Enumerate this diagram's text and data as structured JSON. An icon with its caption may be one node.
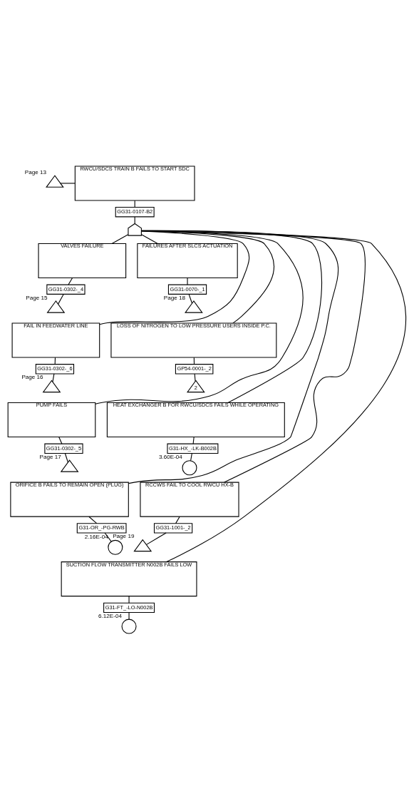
{
  "diagram": {
    "nodes": [
      {
        "text": [
          "RWCU/SDCS TRAIN B FAILS TO START SDC"
        ]
      },
      {
        "text": [],
        "shape": "triangle",
        "beside": [
          "Page 13"
        ]
      },
      {
        "text": [
          "GG31-0107-B2"
        ]
      },
      {
        "text": [],
        "shape": "gate"
      },
      {
        "text": [
          "VALVES FAILURE"
        ]
      },
      {
        "text": [
          "GG31-0302-_4"
        ]
      },
      {
        "text": [],
        "shape": "triangle",
        "beside": [
          "Page 15"
        ]
      },
      {
        "text": [
          "FAILURES AFTER SLCS ACTUATION"
        ]
      },
      {
        "text": [
          "GG31-0070-_1"
        ]
      },
      {
        "text": [],
        "shape": "triangle",
        "beside": [
          "Page 18"
        ]
      },
      {
        "text": [
          "FAIL IN FEEDWATER LINE"
        ]
      },
      {
        "text": [
          "GG31-0302-_6"
        ]
      },
      {
        "text": [],
        "shape": "triangle",
        "beside": [
          "Page 16"
        ]
      },
      {
        "text": [
          "LOSS OF NITROGEN TO LOW PRESSURE USERS INSIDE P.C."
        ]
      },
      {
        "text": [
          "GP54-0001-_2"
        ]
      },
      {
        "text": [
          "2"
        ]
      },
      {
        "text": [
          "PUMP FAILS"
        ]
      },
      {
        "text": [
          "GG31-0302-_5"
        ]
      },
      {
        "text": [],
        "shape": "triangle",
        "beside": [
          "Page 17"
        ]
      },
      {
        "text": [
          "HEAT EXCHANGER B FOR RWCU/SDCS FAILS WHILE OPERATING"
        ]
      },
      {
        "text": [
          "G31-HX_-LK-B002B"
        ]
      },
      {
        "text": [],
        "shape": "circle",
        "beside": [
          "3.60E-04"
        ]
      },
      {
        "text": [
          "ORIFICE B FAILS TO REMAIN OPEN (PLUG)"
        ]
      },
      {
        "text": [
          "G31-OR_-PG-RWB"
        ]
      },
      {
        "text": [],
        "shape": "circle",
        "beside": [
          "2.16E-04"
        ]
      },
      {
        "text": [
          "RCCWS FAIL TO COOL RWCU HX-B"
        ]
      },
      {
        "text": [
          "GG31-1001-_2"
        ]
      },
      {
        "text": [],
        "shape": "triangle",
        "beside": [
          "Page 19"
        ]
      },
      {
        "text": [
          "SUCTION FLOW TRANSMITTER N002B FAILS LOW"
        ]
      },
      {
        "text": [
          "G31-FT_-LO-N002B"
        ]
      },
      {
        "text": [],
        "shape": "circle",
        "beside": [
          "6.12E-04"
        ]
      }
    ],
    "edges": [
      {
        "from": 1,
        "to": 0,
        "arrow": "none"
      },
      {
        "from": 0,
        "to": 2,
        "arrow": "none"
      },
      {
        "from": 2,
        "to": 3,
        "arrow": "none"
      },
      {
        "from": 3,
        "to": 4,
        "arrow": "none"
      },
      {
        "from": 3,
        "to": 7,
        "arrow": "none"
      },
      {
        "from": 3,
        "to": 10,
        "arrow": "none"
      },
      {
        "from": 3,
        "to": 13,
        "arrow": "none"
      },
      {
        "from": 3,
        "to": 16,
        "arrow": "none"
      },
      {
        "from": 3,
        "to": 19,
        "arrow": "none"
      },
      {
        "from": 3,
        "to": 22,
        "arrow": "none"
      },
      {
        "from": 3,
        "to": 25,
        "arrow": "none"
      },
      {
        "from": 3,
        "to": 28,
        "arrow": "none"
      },
      {
        "from": 4,
        "to": 5,
        "arrow": "none"
      },
      {
        "from": 5,
        "to": 6,
        "arrow": "none"
      },
      {
        "from": 7,
        "to": 8,
        "arrow": "none"
      },
      {
        "from": 8,
        "to": 9,
        "arrow": "none"
      },
      {
        "from": 10,
        "to": 11,
        "arrow": "none"
      },
      {
        "from": 11,
        "to": 12,
        "arrow": "none"
      },
      {
        "from": 13,
        "to": 14,
        "arrow": "none"
      },
      {
        "from": 14,
        "to": 15,
        "arrow": "none"
      },
      {
        "from": 16,
        "to": 17,
        "arrow": "none"
      },
      {
        "from": 17,
        "to": 18,
        "arrow": "none"
      },
      {
        "from": 19,
        "to": 20,
        "arrow": "none"
      },
      {
        "from": 20,
        "to": 21,
        "arrow": "none"
      },
      {
        "from": 22,
        "to": 23,
        "arrow": "none"
      },
      {
        "from": 23,
        "to": 24,
        "arrow": "none"
      },
      {
        "from": 25,
        "to": 26,
        "arrow": "none"
      },
      {
        "from": 26,
        "to": 27,
        "arrow": "none"
      },
      {
        "from": 28,
        "to": 29,
        "arrow": "none"
      },
      {
        "from": 29,
        "to": 30,
        "arrow": "none"
      }
    ]
  }
}
